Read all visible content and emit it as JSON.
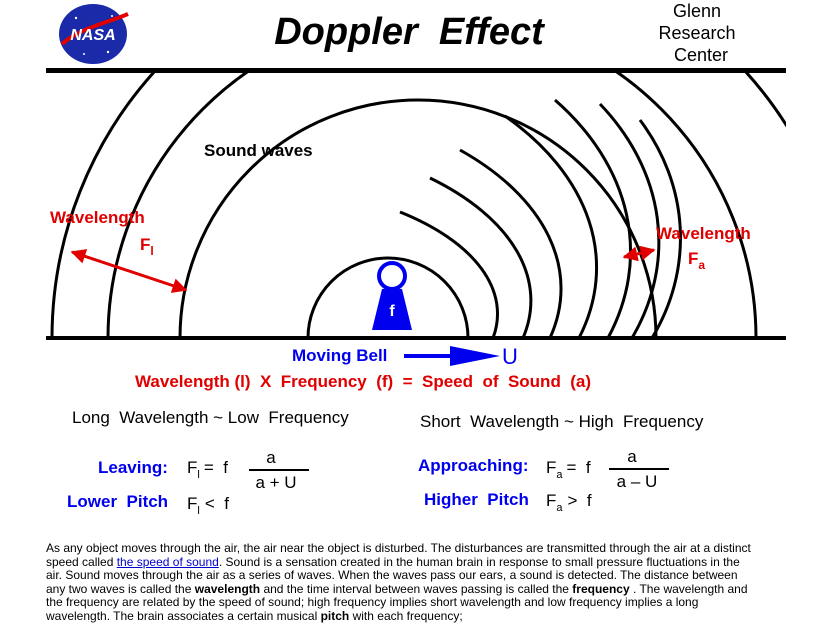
{
  "header": {
    "logo_text": "NASA",
    "title": "Doppler  Effect",
    "center_lines": [
      "Glenn",
      "Research",
      "Center"
    ]
  },
  "colors": {
    "red": "#e00000",
    "blue": "#0000ee",
    "black": "#000000"
  },
  "icons": {
    "bell": "bell-icon"
  },
  "diagram": {
    "sound_waves_label": "Sound waves",
    "wavelength_left": "Wavelength",
    "f_left": "F",
    "f_left_sub": "l",
    "wavelength_right": "Wavelength",
    "f_right": "F",
    "f_right_sub": "a",
    "bell_letter": "f",
    "moving_bell_label": "Moving Bell",
    "velocity_label": "U",
    "speed_equation": "Wavelength (l)  X  Frequency  (f)  =  Speed  of  Sound  (a)"
  },
  "left_col": {
    "heading": "Long  Wavelength ~ Low  Frequency",
    "leaving_label": "Leaving:",
    "eq_lhs": "F",
    "eq_sub": "l",
    "eq_mid": "=  f",
    "numerator": "a",
    "denominator": "a + U",
    "pitch_label": "Lower  Pitch",
    "pitch_lhs": "F",
    "pitch_sub": "l",
    "pitch_rhs": "<  f"
  },
  "right_col": {
    "heading": "Short  Wavelength ~ High  Frequency",
    "approach_label": "Approaching:",
    "eq_lhs": "F",
    "eq_sub": "a",
    "eq_mid": "=  f",
    "numerator": "a",
    "denominator": "a – U",
    "pitch_label": "Higher  Pitch",
    "pitch_lhs": "F",
    "pitch_sub": "a",
    "pitch_rhs": ">  f"
  },
  "description": {
    "p1": "As any object moves through the air, the air near the object is disturbed. The disturbances are transmitted through the air at a distinct speed called ",
    "link_text": "the speed of sound",
    "p2": ". Sound is a sensation created in the human brain in response to small pressure fluctuations in the air. Sound moves through the air as a series of waves. When the waves pass our ears, a sound is detected. The distance between any two waves is called the ",
    "bold1": "wavelength",
    "p3": " and the time interval between waves passing is called the ",
    "bold2": "frequency",
    "p4": " . The wavelength and the frequency are related by the speed of sound; high frequency implies short wavelength and low frequency implies a long wavelength. The brain associates a certain musical ",
    "bold3": "pitch",
    "p5": " with each frequency;"
  }
}
